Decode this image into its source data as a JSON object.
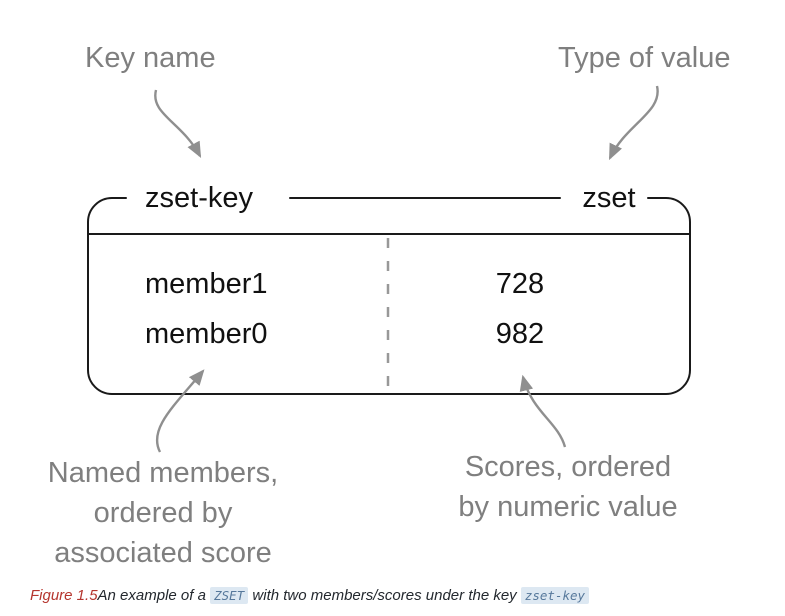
{
  "labels": {
    "key_name": "Key name",
    "type_of_value": "Type of value"
  },
  "box": {
    "key": "zset-key",
    "type": "zset",
    "rows": [
      {
        "member": "member1",
        "score": "728"
      },
      {
        "member": "member0",
        "score": "982"
      }
    ]
  },
  "annotations": {
    "members_note": {
      "lines": [
        "Named members,",
        "ordered by",
        "associated score"
      ]
    },
    "scores_note": {
      "lines": [
        "Scores, ordered",
        "by numeric value"
      ]
    }
  },
  "caption": {
    "figure_label": "Figure 1.5",
    "part1": "An example of a ",
    "code1": "ZSET",
    "part2": " with two members/scores under the key ",
    "code2": "zset-key"
  },
  "colors": {
    "label_gray": "#7f7f7f",
    "arrow_gray": "#8f8f8f",
    "box_border": "#1a1a1a",
    "dashed_gray": "#989898",
    "caption_red": "#b5352e",
    "caption_text": "#23282e",
    "code_text": "#56789b",
    "code_bg": "#dde8f2"
  }
}
